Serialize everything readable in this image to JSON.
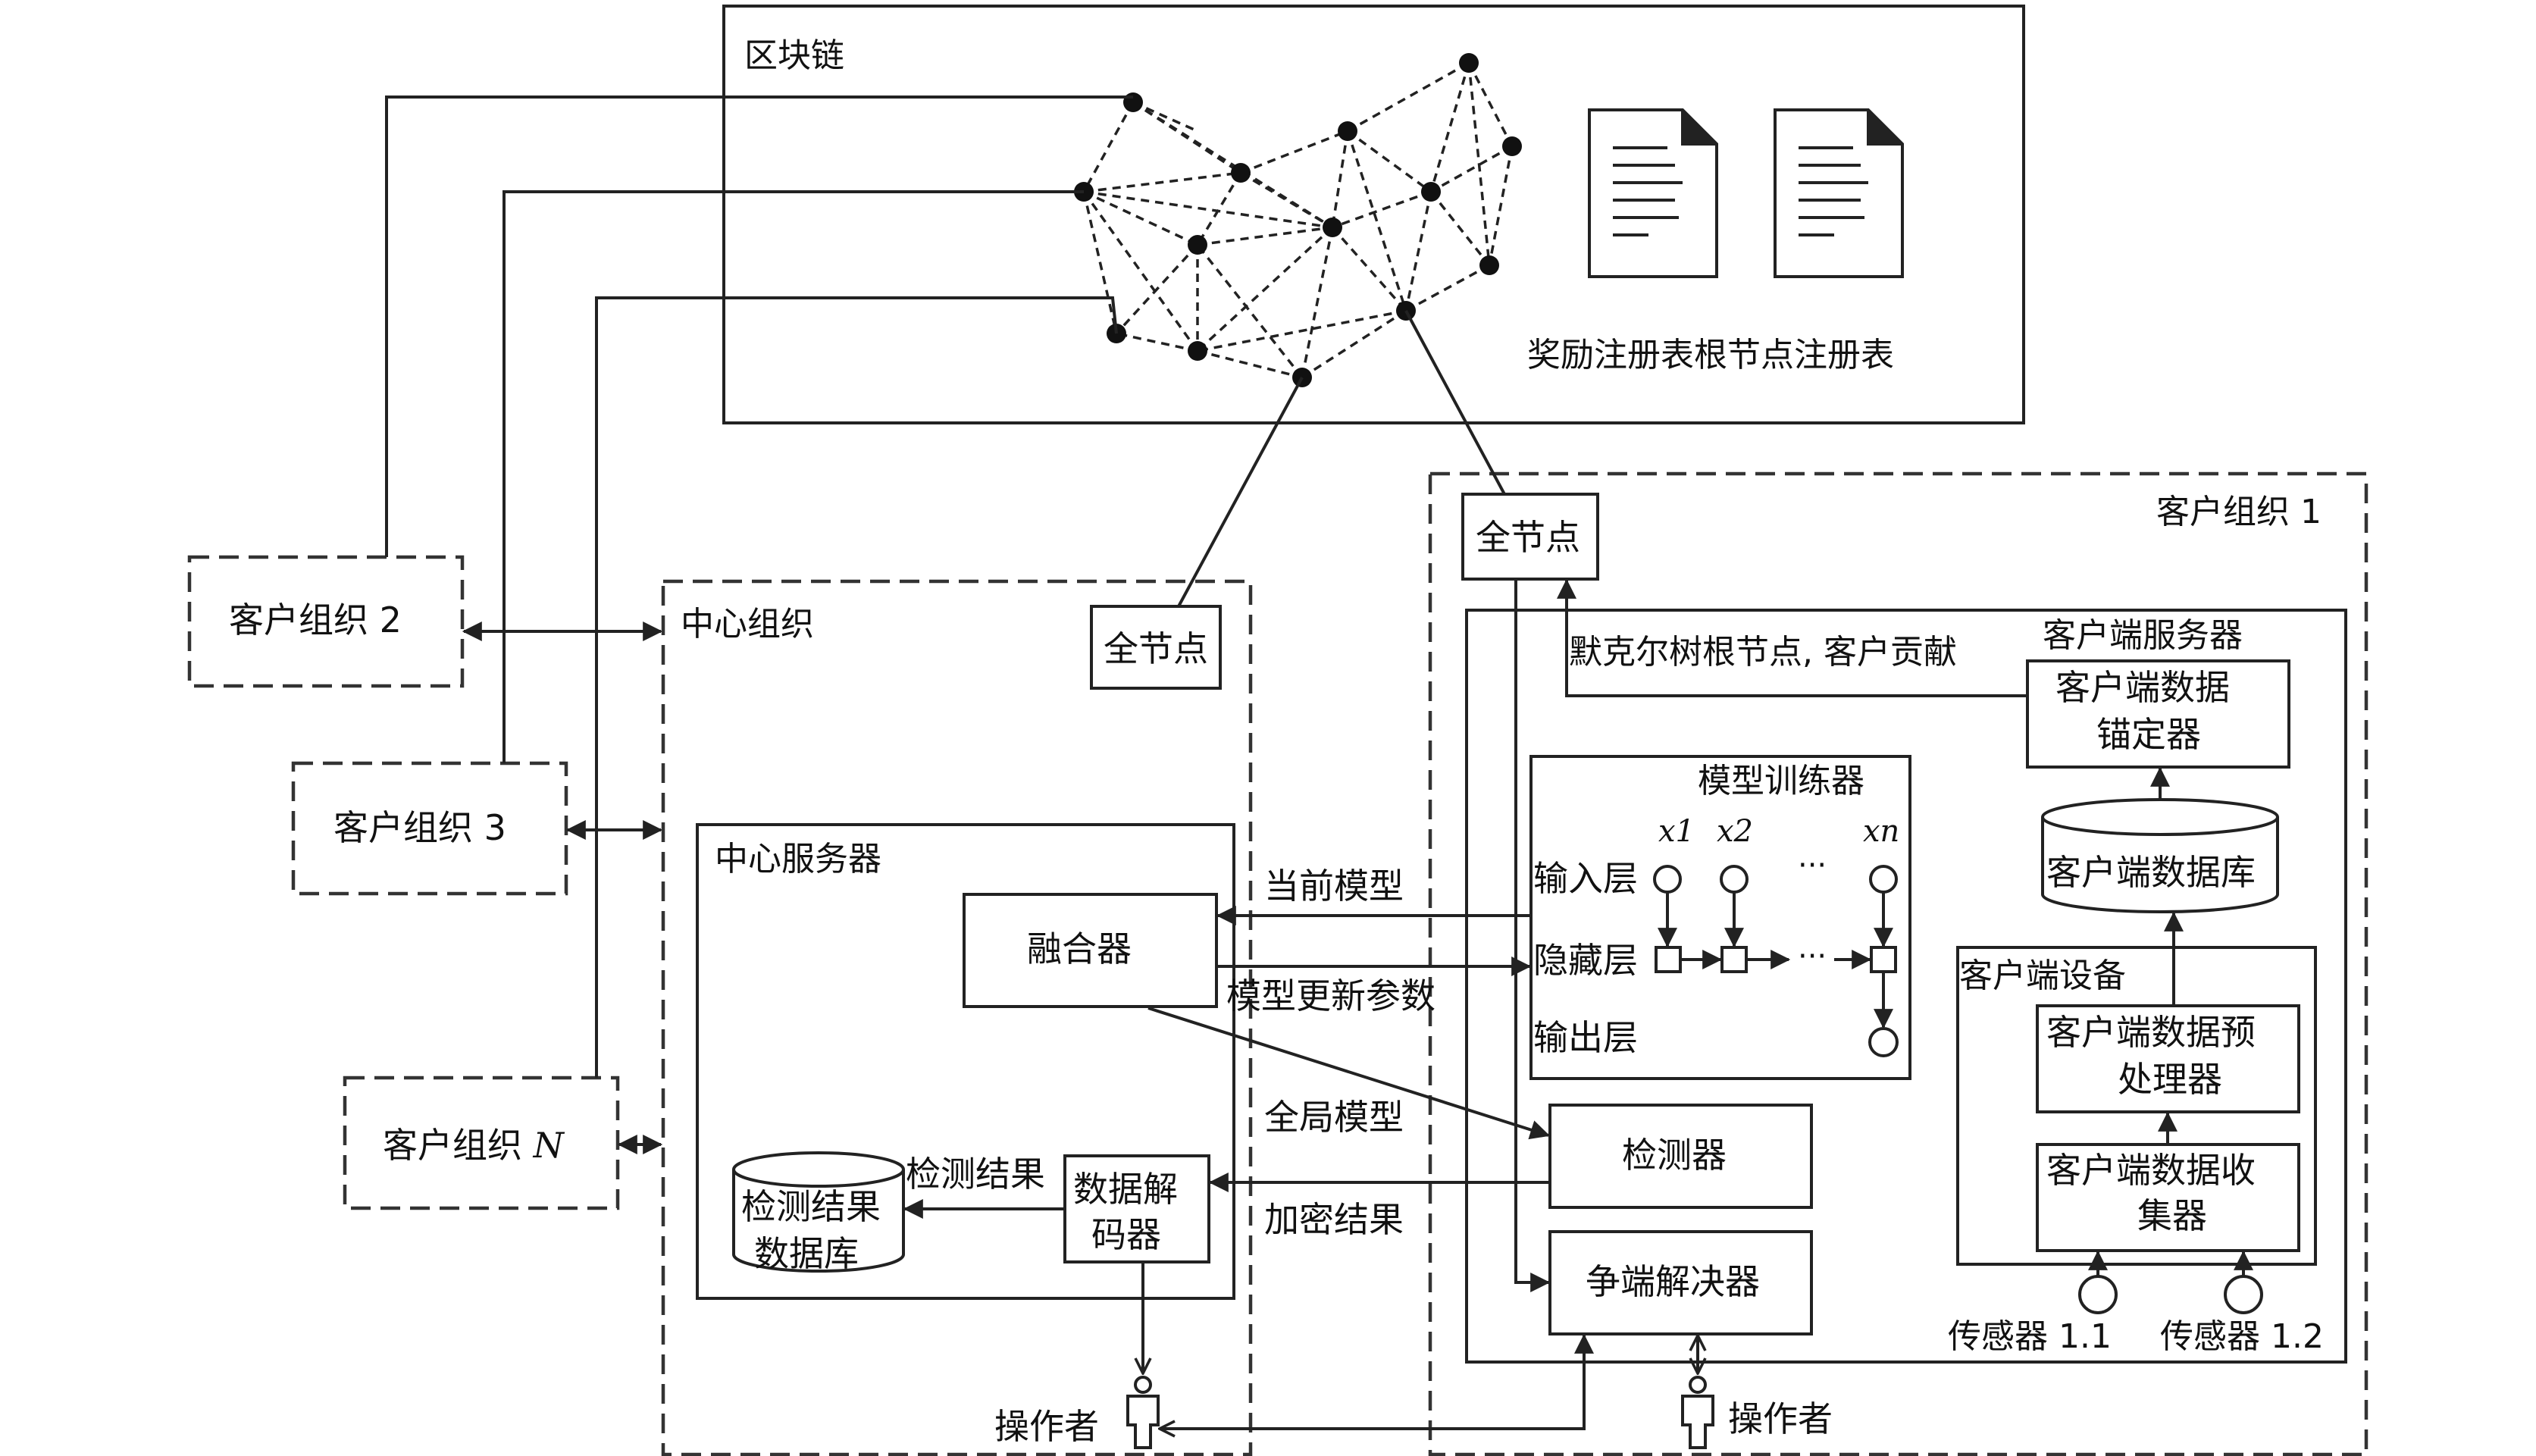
{
  "blockchain": {
    "title": "区块链",
    "registry_label": "奖励注册表根节点注册表"
  },
  "clients": {
    "org2": "客户组织 2",
    "org3": "客户组织 3",
    "orgN_prefix": "客户组织 ",
    "orgN_var": "N"
  },
  "center": {
    "title": "中心组织",
    "full_node": "全节点",
    "server_title": "中心服务器",
    "fuser": "融合器",
    "db_line1": "检测结果",
    "db_line2": "数据库",
    "decoder_line1": "数据解",
    "decoder_line2": "码器",
    "operator": "操作者"
  },
  "org1": {
    "title": "客户组织 1",
    "full_node": "全节点",
    "server_title": "客户端服务器",
    "merkle_label": "默克尔树根节点, 客户贡献",
    "anchor_line1": "客户端数据",
    "anchor_line2": "锚定器",
    "client_db": "客户端数据库",
    "device_title": "客户端设备",
    "preproc_line1": "客户端数据预",
    "preproc_line2": "处理器",
    "collector_line1": "客户端数据收",
    "collector_line2": "集器",
    "sensor1": "传感器 1.1",
    "sensor2": "传感器 1.2",
    "detector": "检测器",
    "resolver": "争端解决器",
    "operator": "操作者"
  },
  "trainer": {
    "title": "模型训练器",
    "input_layer": "输入层",
    "hidden_layer": "隐藏层",
    "output_layer": "输出层",
    "x1": "x1",
    "x2": "x2",
    "xn": "xn",
    "ellipsis": "···"
  },
  "flows": {
    "current_model": "当前模型",
    "update_params": "模型更新参数",
    "global_model": "全局模型",
    "encrypted_result": "加密结果",
    "detection_result": "检测结果"
  },
  "colors": {
    "stroke": "#222222",
    "background": "#ffffff"
  }
}
